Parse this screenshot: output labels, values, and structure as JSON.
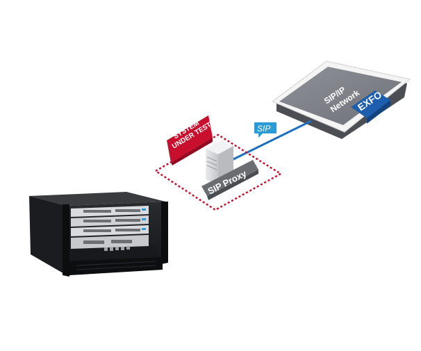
{
  "diagram": {
    "system_under_test": {
      "line1": "SYSTEM",
      "line2": "UNDER TEST"
    },
    "sip_link_label": "SIP",
    "proxy_label": "SIP Proxy",
    "network": {
      "line1": "SIP/IP",
      "line2": "Network"
    },
    "brand_logo": "EXFO"
  },
  "colors": {
    "accent_red": "#c8102e",
    "link_blue": "#1f6fc0",
    "sip_badge": "#2a9bd6",
    "exfo_blue": "#1d5fae",
    "network_gray": "#7b7f86"
  }
}
